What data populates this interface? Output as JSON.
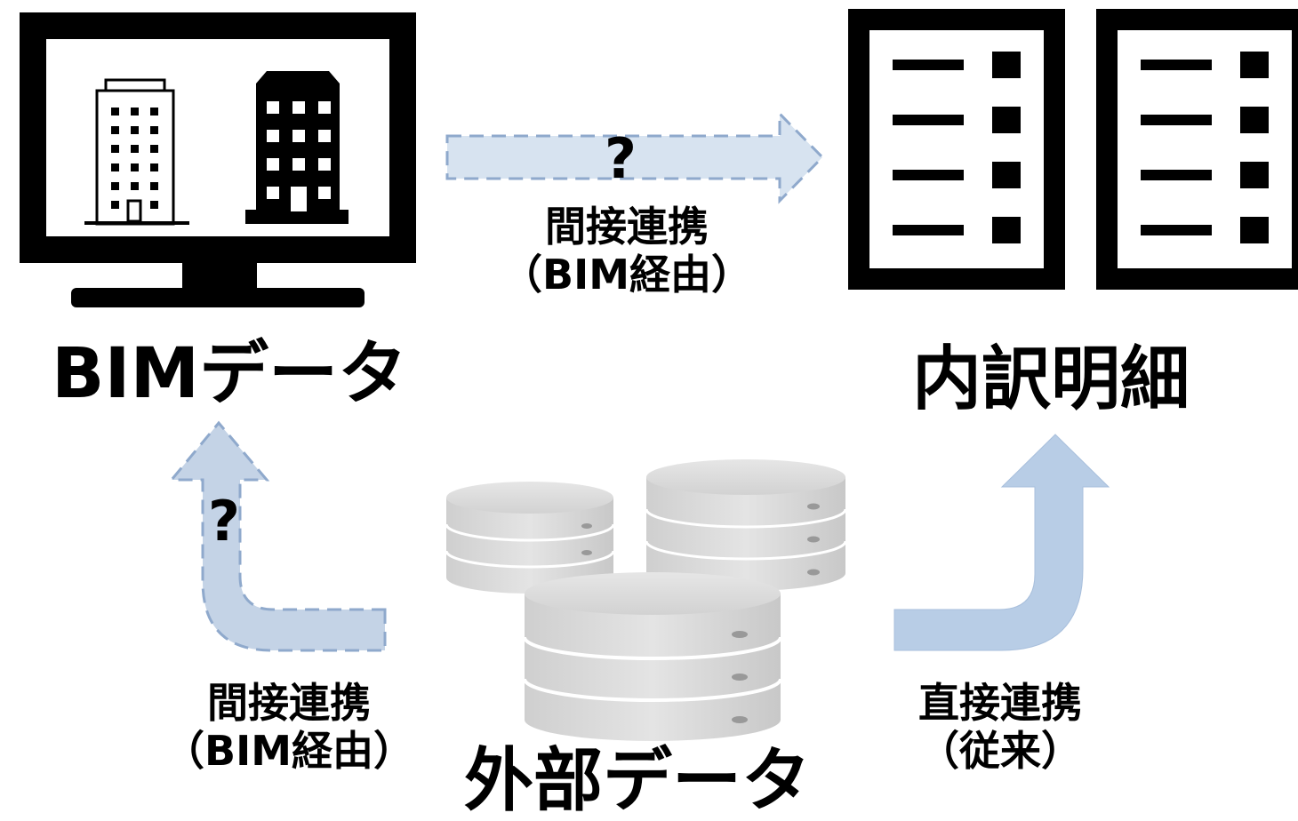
{
  "labels": {
    "bim_data": "BIMデータ",
    "breakdown": "内訳明細",
    "external_data": "外部データ",
    "indirect_top_line1": "間接連携",
    "indirect_top_line2": "（BIM経由）",
    "indirect_left_line1": "間接連携",
    "indirect_left_line2": "（BIM経由）",
    "direct_line1": "直接連携",
    "direct_line2": "（従来）",
    "question_top": "?",
    "question_left": "?"
  },
  "colors": {
    "dashed_arrow_fill": "#d7e3f0",
    "dashed_arrow_stroke": "#8fa9cc",
    "curved_dashed_fill": "#c4d3e6",
    "solid_arrow_fill": "#b8cde6",
    "database_fill": "#dcdcdc",
    "icon_black": "#000000"
  },
  "icons": {
    "monitor": "monitor-icon",
    "building_outline": "building-outline-icon",
    "building_filled": "building-filled-icon",
    "document_left": "document-list-icon",
    "document_right": "document-list-icon",
    "databases": "database-icon"
  }
}
